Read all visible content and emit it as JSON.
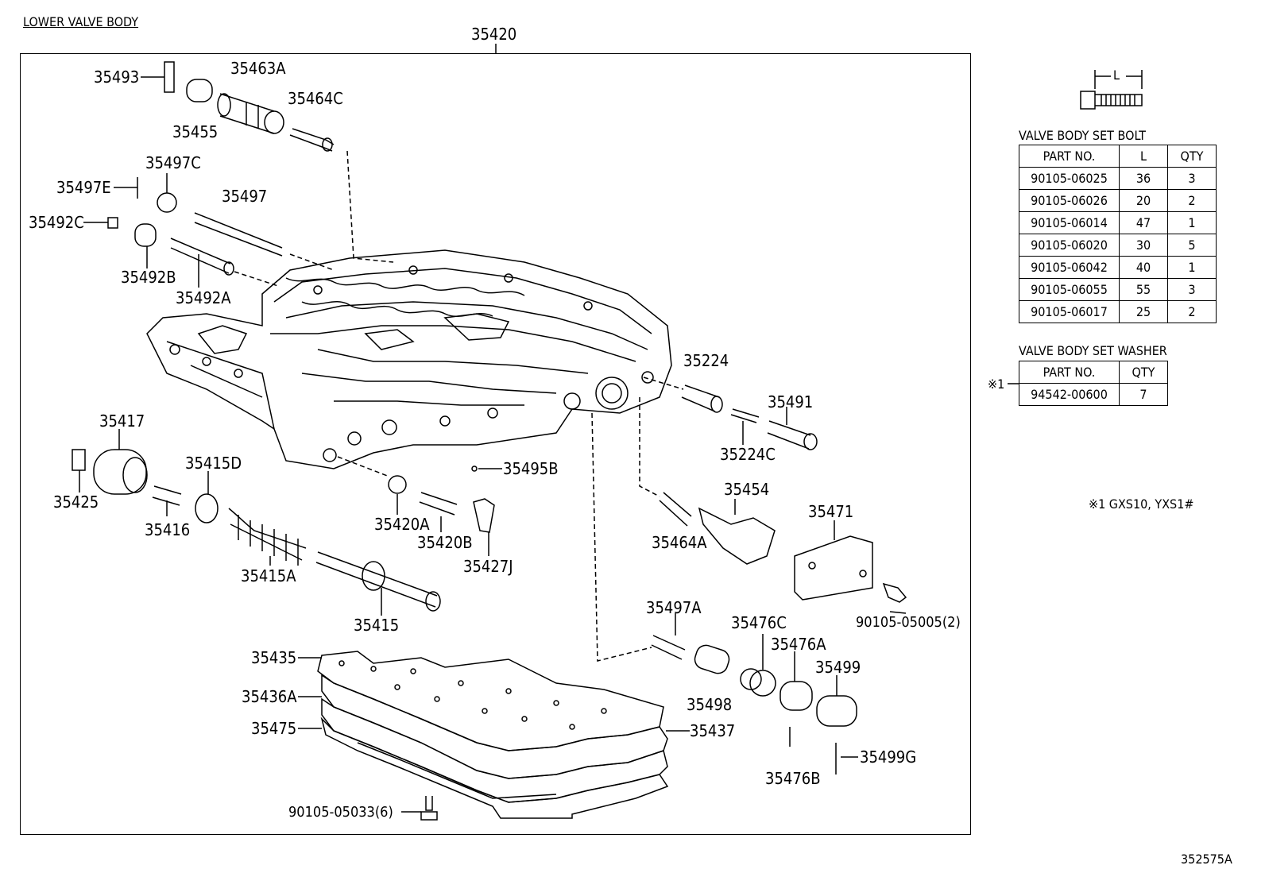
{
  "title": "LOWER VALVE BODY",
  "assembly_label": "35420",
  "figure_code": "352575A",
  "parts": {
    "p35493": "35493",
    "p35463A": "35463A",
    "p35464C": "35464C",
    "p35455": "35455",
    "p35497C": "35497C",
    "p35497E": "35497E",
    "p35497": "35497",
    "p35492C": "35492C",
    "p35492B": "35492B",
    "p35492A": "35492A",
    "p35224": "35224",
    "p35491": "35491",
    "p35224C": "35224C",
    "p35417": "35417",
    "p35415D": "35415D",
    "p35425": "35425",
    "p35416": "35416",
    "p35495B": "35495B",
    "p35420A": "35420A",
    "p35420B": "35420B",
    "p35427J": "35427J",
    "p35415A": "35415A",
    "p35415": "35415",
    "p35454": "35454",
    "p35471": "35471",
    "p35464A": "35464A",
    "p90105_05005": "90105-05005(2)",
    "p35497A": "35497A",
    "p35476C": "35476C",
    "p35476A": "35476A",
    "p35499": "35499",
    "p35498": "35498",
    "p35435": "35435",
    "p35436A": "35436A",
    "p35475": "35475",
    "p35437": "35437",
    "p35476B": "35476B",
    "p35499G": "35499G",
    "p90105_05033": "90105-05033(6)"
  },
  "bolt_dim_label": "L",
  "bolt_table": {
    "caption": "VALVE BODY SET BOLT",
    "headers": [
      "PART NO.",
      "L",
      "QTY"
    ],
    "rows": [
      [
        "90105-06025",
        "36",
        "3"
      ],
      [
        "90105-06026",
        "20",
        "2"
      ],
      [
        "90105-06014",
        "47",
        "1"
      ],
      [
        "90105-06020",
        "30",
        "5"
      ],
      [
        "90105-06042",
        "40",
        "1"
      ],
      [
        "90105-06055",
        "55",
        "3"
      ],
      [
        "90105-06017",
        "25",
        "2"
      ]
    ]
  },
  "washer_table": {
    "caption": "VALVE BODY SET WASHER",
    "marker": "※1",
    "headers": [
      "PART NO.",
      "QTY"
    ],
    "rows": [
      [
        "94542-00600",
        "7"
      ]
    ]
  },
  "footnote": "※1  GXS10, YXS1#"
}
